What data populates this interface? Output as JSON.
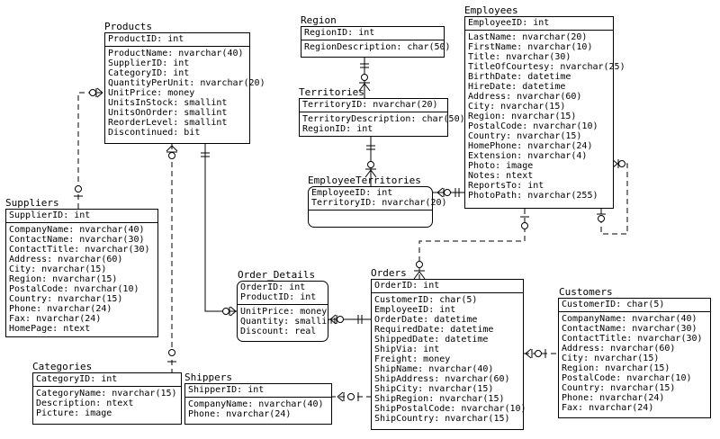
{
  "entities": {
    "products": {
      "title": "Products",
      "pk": [
        "ProductID: int"
      ],
      "attrs": [
        "ProductName: nvarchar(40)",
        "SupplierID: int",
        "CategoryID: int",
        "QuantityPerUnit: nvarchar(20)",
        "UnitPrice: money",
        "UnitsInStock: smallint",
        "UnitsOnOrder: smallint",
        "ReorderLevel: smallint",
        "Discontinued: bit"
      ]
    },
    "region": {
      "title": "Region",
      "pk": [
        "RegionID: int"
      ],
      "attrs": [
        "RegionDescription: char(50)"
      ]
    },
    "territories": {
      "title": "Territories",
      "pk": [
        "TerritoryID: nvarchar(20)"
      ],
      "attrs": [
        "TerritoryDescription: char(50)",
        "RegionID: int"
      ]
    },
    "employees": {
      "title": "Employees",
      "pk": [
        "EmployeeID: int"
      ],
      "attrs": [
        "LastName: nvarchar(20)",
        "FirstName: nvarchar(10)",
        "Title: nvarchar(30)",
        "TitleOfCourtesy: nvarchar(25)",
        "BirthDate: datetime",
        "HireDate: datetime",
        "Address: nvarchar(60)",
        "City: nvarchar(15)",
        "Region: nvarchar(15)",
        "PostalCode: nvarchar(10)",
        "Country: nvarchar(15)",
        "HomePhone: nvarchar(24)",
        "Extension: nvarchar(4)",
        "Photo: image",
        "Notes: ntext",
        "ReportsTo: int",
        "PhotoPath: nvarchar(255)"
      ]
    },
    "employee_territories": {
      "title": "EmployeeTerritories",
      "pk": [
        "EmployeeID: int",
        "TerritoryID: nvarchar(20)"
      ],
      "attrs": []
    },
    "suppliers": {
      "title": "Suppliers",
      "pk": [
        "SupplierID: int"
      ],
      "attrs": [
        "CompanyName: nvarchar(40)",
        "ContactName: nvarchar(30)",
        "ContactTitle: nvarchar(30)",
        "Address: nvarchar(60)",
        "City: nvarchar(15)",
        "Region: nvarchar(15)",
        "PostalCode: nvarchar(10)",
        "Country: nvarchar(15)",
        "Phone: nvarchar(24)",
        "Fax: nvarchar(24)",
        "HomePage: ntext"
      ]
    },
    "order_details": {
      "title": "Order_Details",
      "pk": [
        "OrderID: int",
        "ProductID: int"
      ],
      "attrs": [
        "UnitPrice: money",
        "Quantity: smallint",
        "Discount: real"
      ]
    },
    "orders": {
      "title": "Orders",
      "pk": [
        "OrderID: int"
      ],
      "attrs": [
        "CustomerID: char(5)",
        "EmployeeID: int",
        "OrderDate: datetime",
        "RequiredDate: datetime",
        "ShippedDate: datetime",
        "ShipVia: int",
        "Freight: money",
        "ShipName: nvarchar(40)",
        "ShipAddress: nvarchar(60)",
        "ShipCity: nvarchar(15)",
        "ShipRegion: nvarchar(15)",
        "ShipPostalCode: nvarchar(10)",
        "ShipCountry: nvarchar(15)"
      ]
    },
    "customers": {
      "title": "Customers",
      "pk": [
        "CustomerID: char(5)"
      ],
      "attrs": [
        "CompanyName: nvarchar(40)",
        "ContactName: nvarchar(30)",
        "ContactTitle: nvarchar(30)",
        "Address: nvarchar(60)",
        "City: nvarchar(15)",
        "Region: nvarchar(15)",
        "PostalCode: nvarchar(10)",
        "Country: nvarchar(15)",
        "Phone: nvarchar(24)",
        "Fax: nvarchar(24)"
      ]
    },
    "categories": {
      "title": "Categories",
      "pk": [
        "CategoryID: int"
      ],
      "attrs": [
        "CategoryName: nvarchar(15)",
        "Description: ntext",
        "Picture: image"
      ]
    },
    "shippers": {
      "title": "Shippers",
      "pk": [
        "ShipperID: int"
      ],
      "attrs": [
        "CompanyName: nvarchar(40)",
        "Phone: nvarchar(24)"
      ]
    }
  }
}
